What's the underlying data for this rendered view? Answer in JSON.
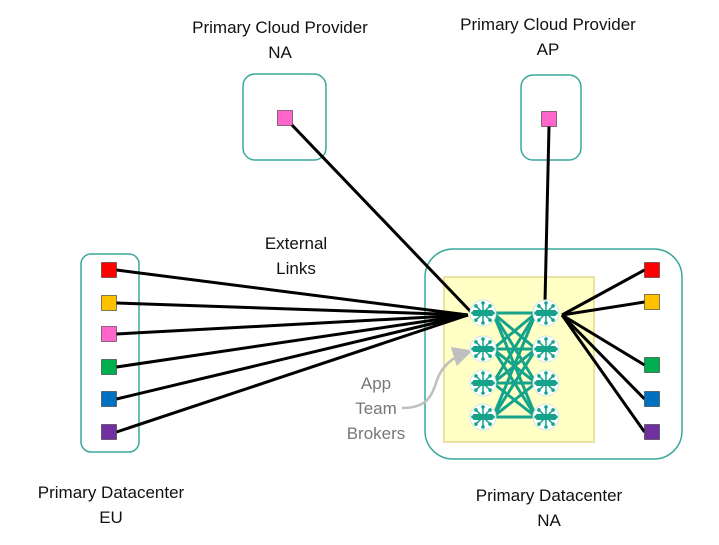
{
  "labels": {
    "cloud_na": {
      "line1": "Primary Cloud Provider",
      "line2": "NA"
    },
    "cloud_ap": {
      "line1": "Primary Cloud Provider",
      "line2": "AP"
    },
    "external_links": {
      "line1": "External",
      "line2": "Links"
    },
    "app_team_brokers": {
      "line1": "App",
      "line2": "Team",
      "line3": "Brokers"
    },
    "dc_eu": {
      "line1": "Primary Datacenter",
      "line2": "EU"
    },
    "dc_na": {
      "line1": "Primary Datacenter",
      "line2": "NA"
    }
  },
  "colors": {
    "container_border": "#3aa89a",
    "broker_area_fill": "#ffffc6",
    "broker_area_border": "#e3d98a",
    "broker_teal": "#16a38c",
    "link_line": "#000000",
    "arrow_gray": "#bfbfbf",
    "node_red": "#ff0000",
    "node_orange": "#ffc000",
    "node_pink": "#ff66cc",
    "node_green": "#00b050",
    "node_blue": "#0070c0",
    "node_purple": "#7030a0"
  },
  "broker_icon": "solace-broker-icon",
  "eu_nodes": [
    "node_red",
    "node_orange",
    "node_pink",
    "node_green",
    "node_blue",
    "node_purple"
  ],
  "na_nodes": [
    "node_red",
    "node_orange",
    "node_green",
    "node_blue",
    "node_purple"
  ]
}
